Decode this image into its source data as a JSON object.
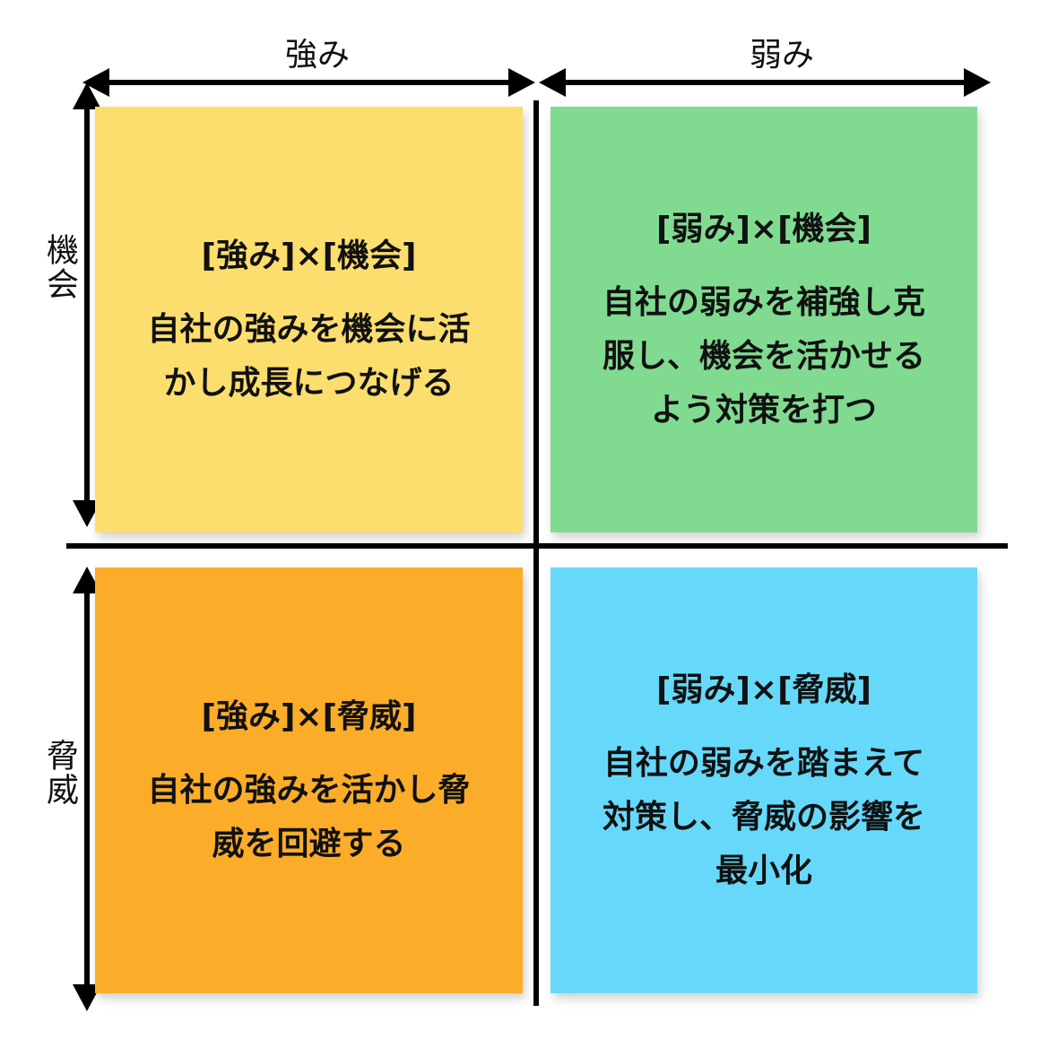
{
  "axes": {
    "top_left": "強み",
    "top_right": "弱み",
    "side_top": "機会",
    "side_bottom": "脅威"
  },
  "quadrants": {
    "so": {
      "title": "[強み]×[機会]",
      "lines": [
        "自社の強みを機会に活",
        "かし成長につなげる"
      ],
      "color": "#FCDE6E"
    },
    "wo": {
      "title": "[弱み]×[機会]",
      "lines": [
        "自社の弱みを補強し克",
        "服し、機会を活かせる",
        "よう対策を打つ"
      ],
      "color": "#80DB91"
    },
    "st": {
      "title": "[強み]×[脅威]",
      "lines": [
        "自社の強みを活かし脅",
        "威を回避する"
      ],
      "color": "#FBAD29"
    },
    "wt": {
      "title": "[弱み]×[脅威]",
      "lines": [
        "自社の弱みを踏まえて",
        "対策し、脅威の影響を",
        "最小化"
      ],
      "color": "#66D9FB"
    }
  }
}
